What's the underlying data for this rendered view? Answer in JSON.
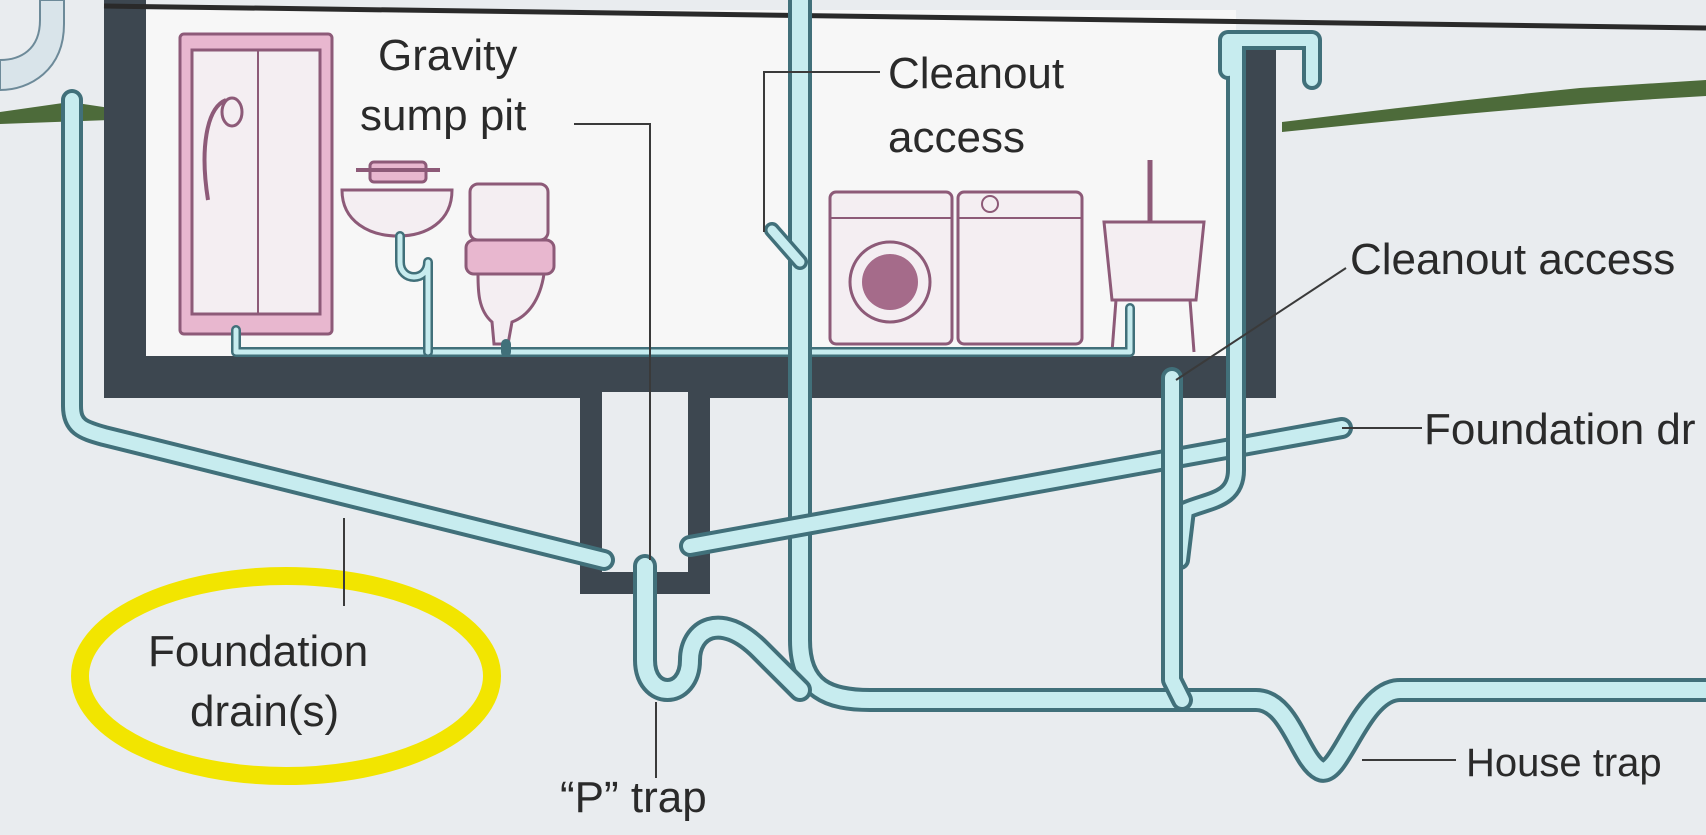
{
  "labels": {
    "gravity_sump_pit_line1": "Gravity",
    "gravity_sump_pit_line2": "sump pit",
    "cleanout_access_top_line1": "Cleanout",
    "cleanout_access_top_line2": "access",
    "cleanout_access_right": "Cleanout access",
    "foundation_drain_right": "Foundation dr",
    "foundation_drains_line1": "Foundation",
    "foundation_drains_line2": "drain(s)",
    "p_trap": "“P” trap",
    "house_trap": "House trap"
  },
  "colors": {
    "background": "#e9ecef",
    "basement_interior": "#f7f7f7",
    "foundation_wall": "#3d4750",
    "pipe_fill": "#c7ecef",
    "pipe_outline": "#41707a",
    "fixture_accent": "#e8b7cf",
    "highlight_circle": "#f2e500",
    "grass": "#4d6b3a"
  }
}
